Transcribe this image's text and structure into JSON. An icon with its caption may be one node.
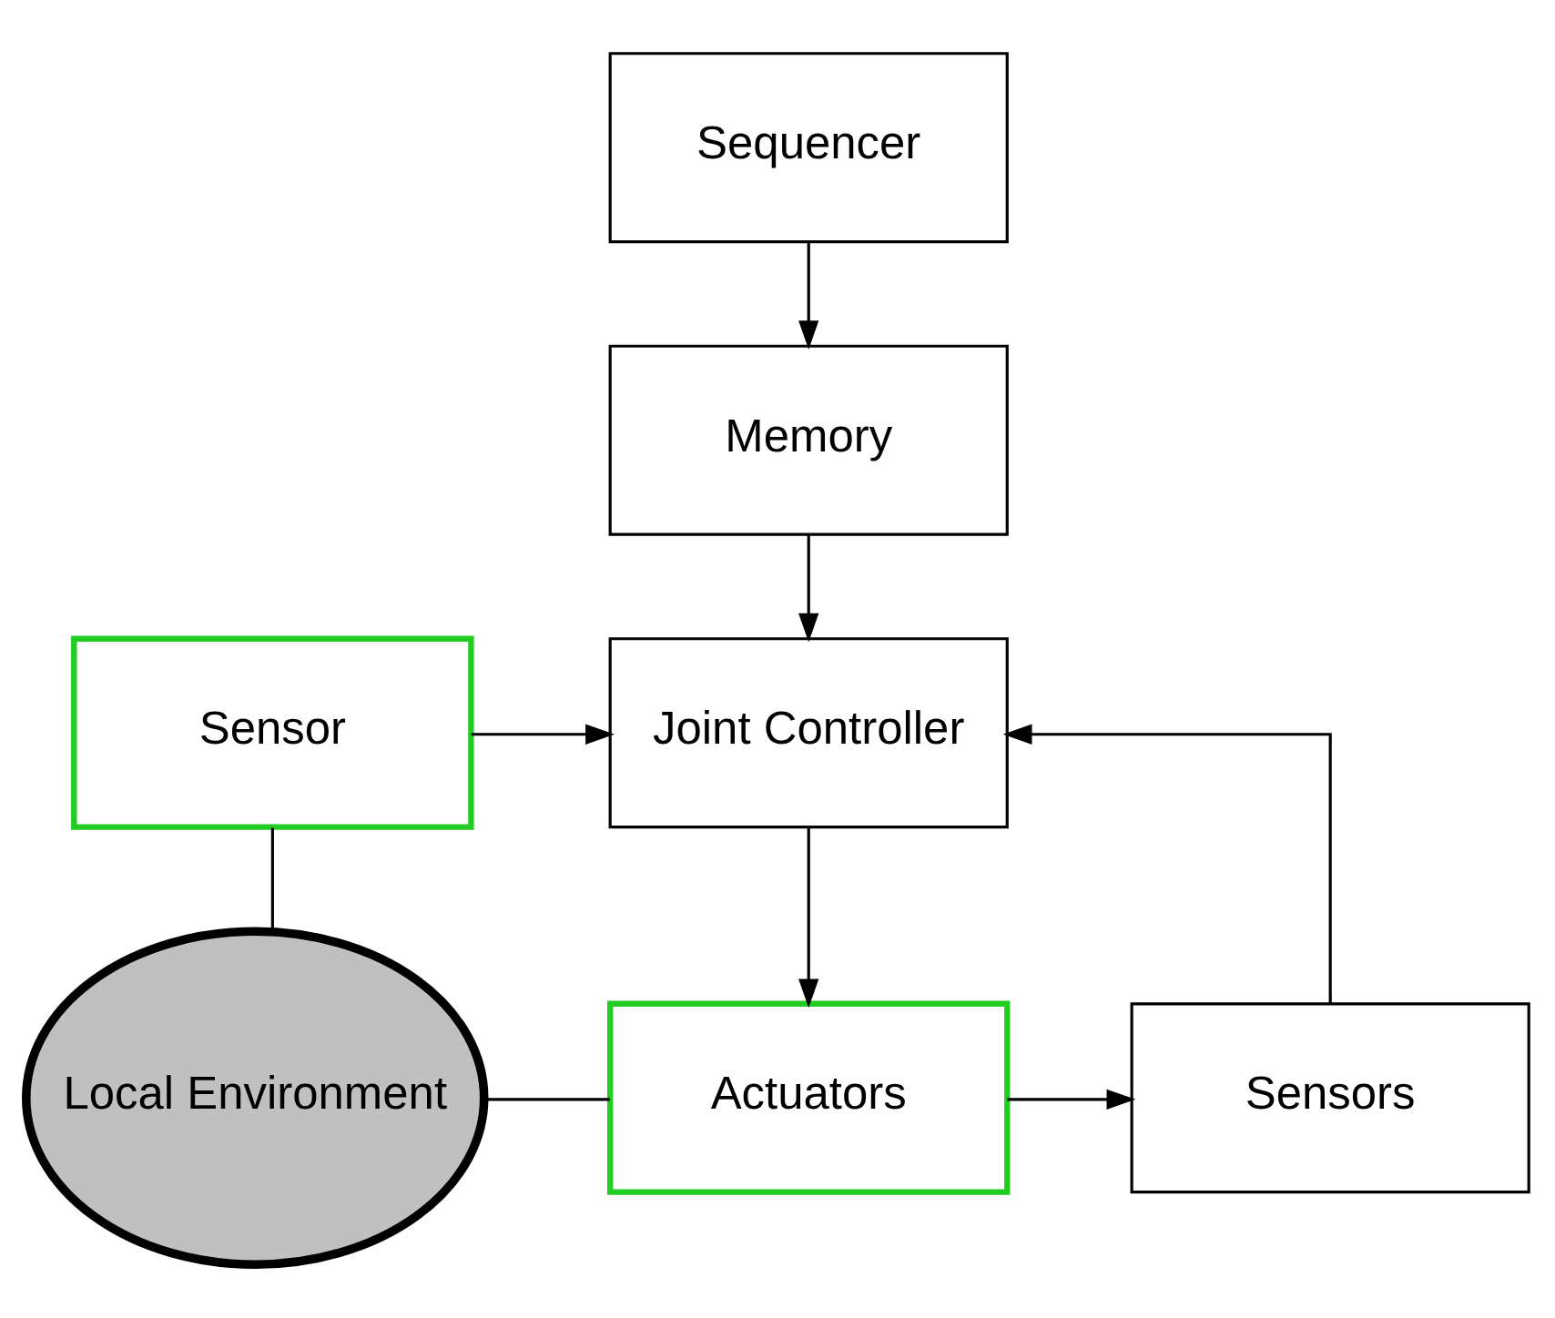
{
  "diagram": {
    "nodes": [
      {
        "text": [
          "Sequencer"
        ]
      },
      {
        "text": [
          "Memory"
        ]
      },
      {
        "text": [
          "Sensor"
        ]
      },
      {
        "text": [
          "Joint Controller"
        ]
      },
      {
        "text": [
          "Local Environment"
        ]
      },
      {
        "text": [
          "Actuators"
        ]
      },
      {
        "text": [
          "Sensors"
        ]
      }
    ],
    "edges": [
      {
        "from": 0,
        "to": 1,
        "arrow": "to"
      },
      {
        "from": 1,
        "to": 3,
        "arrow": "to"
      },
      {
        "from": 2,
        "to": 3,
        "arrow": "to"
      },
      {
        "from": 2,
        "to": 4,
        "arrow": "none"
      },
      {
        "from": 3,
        "to": 5,
        "arrow": "to"
      },
      {
        "from": 4,
        "to": 5,
        "arrow": "none"
      },
      {
        "from": 5,
        "to": 6,
        "arrow": "to"
      },
      {
        "from": 6,
        "to": 3,
        "arrow": "to"
      }
    ]
  }
}
